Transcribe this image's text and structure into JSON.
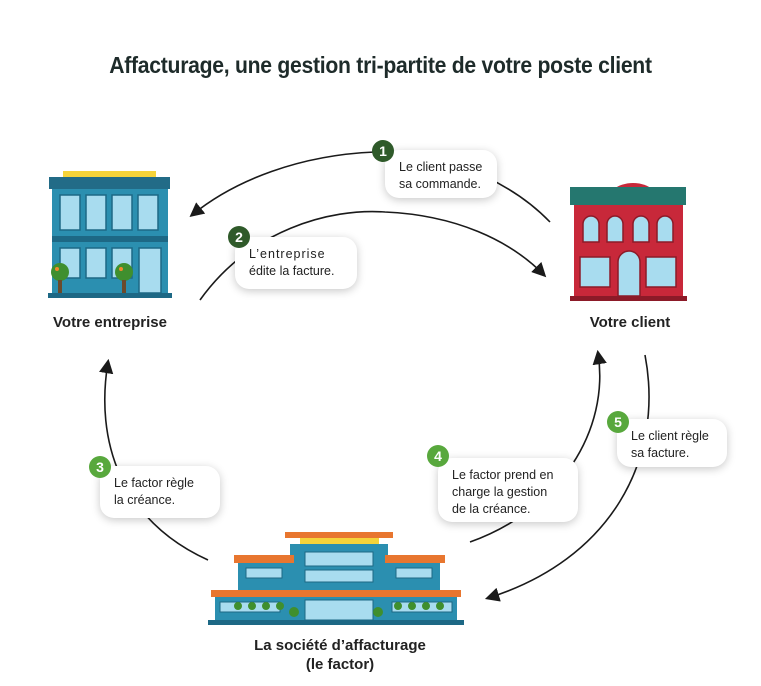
{
  "title": "Affacturage, une gestion tri-partite de votre poste client",
  "nodes": {
    "entreprise": "Votre entreprise",
    "client": "Votre client",
    "factor_line1": "La société d’affacturage",
    "factor_line2": "(le factor)"
  },
  "steps": [
    {
      "num": "1",
      "line1": "Le client passe",
      "line2": "sa commande."
    },
    {
      "num": "2",
      "line1": "L’entreprise",
      "line2": "édite la facture."
    },
    {
      "num": "3",
      "line1": "Le factor règle",
      "line2": "la créance."
    },
    {
      "num": "4",
      "line1": "Le factor prend en",
      "line2": "charge la gestion",
      "line3": "de la créance."
    },
    {
      "num": "5",
      "line1": "Le client règle",
      "line2": "sa facture."
    }
  ],
  "colors": {
    "badge_dark": "#2f5a2a",
    "badge_light": "#58a83d",
    "company_building": "#2b8fb0",
    "client_building": "#c8283a",
    "factor_building": "#e8762f"
  }
}
